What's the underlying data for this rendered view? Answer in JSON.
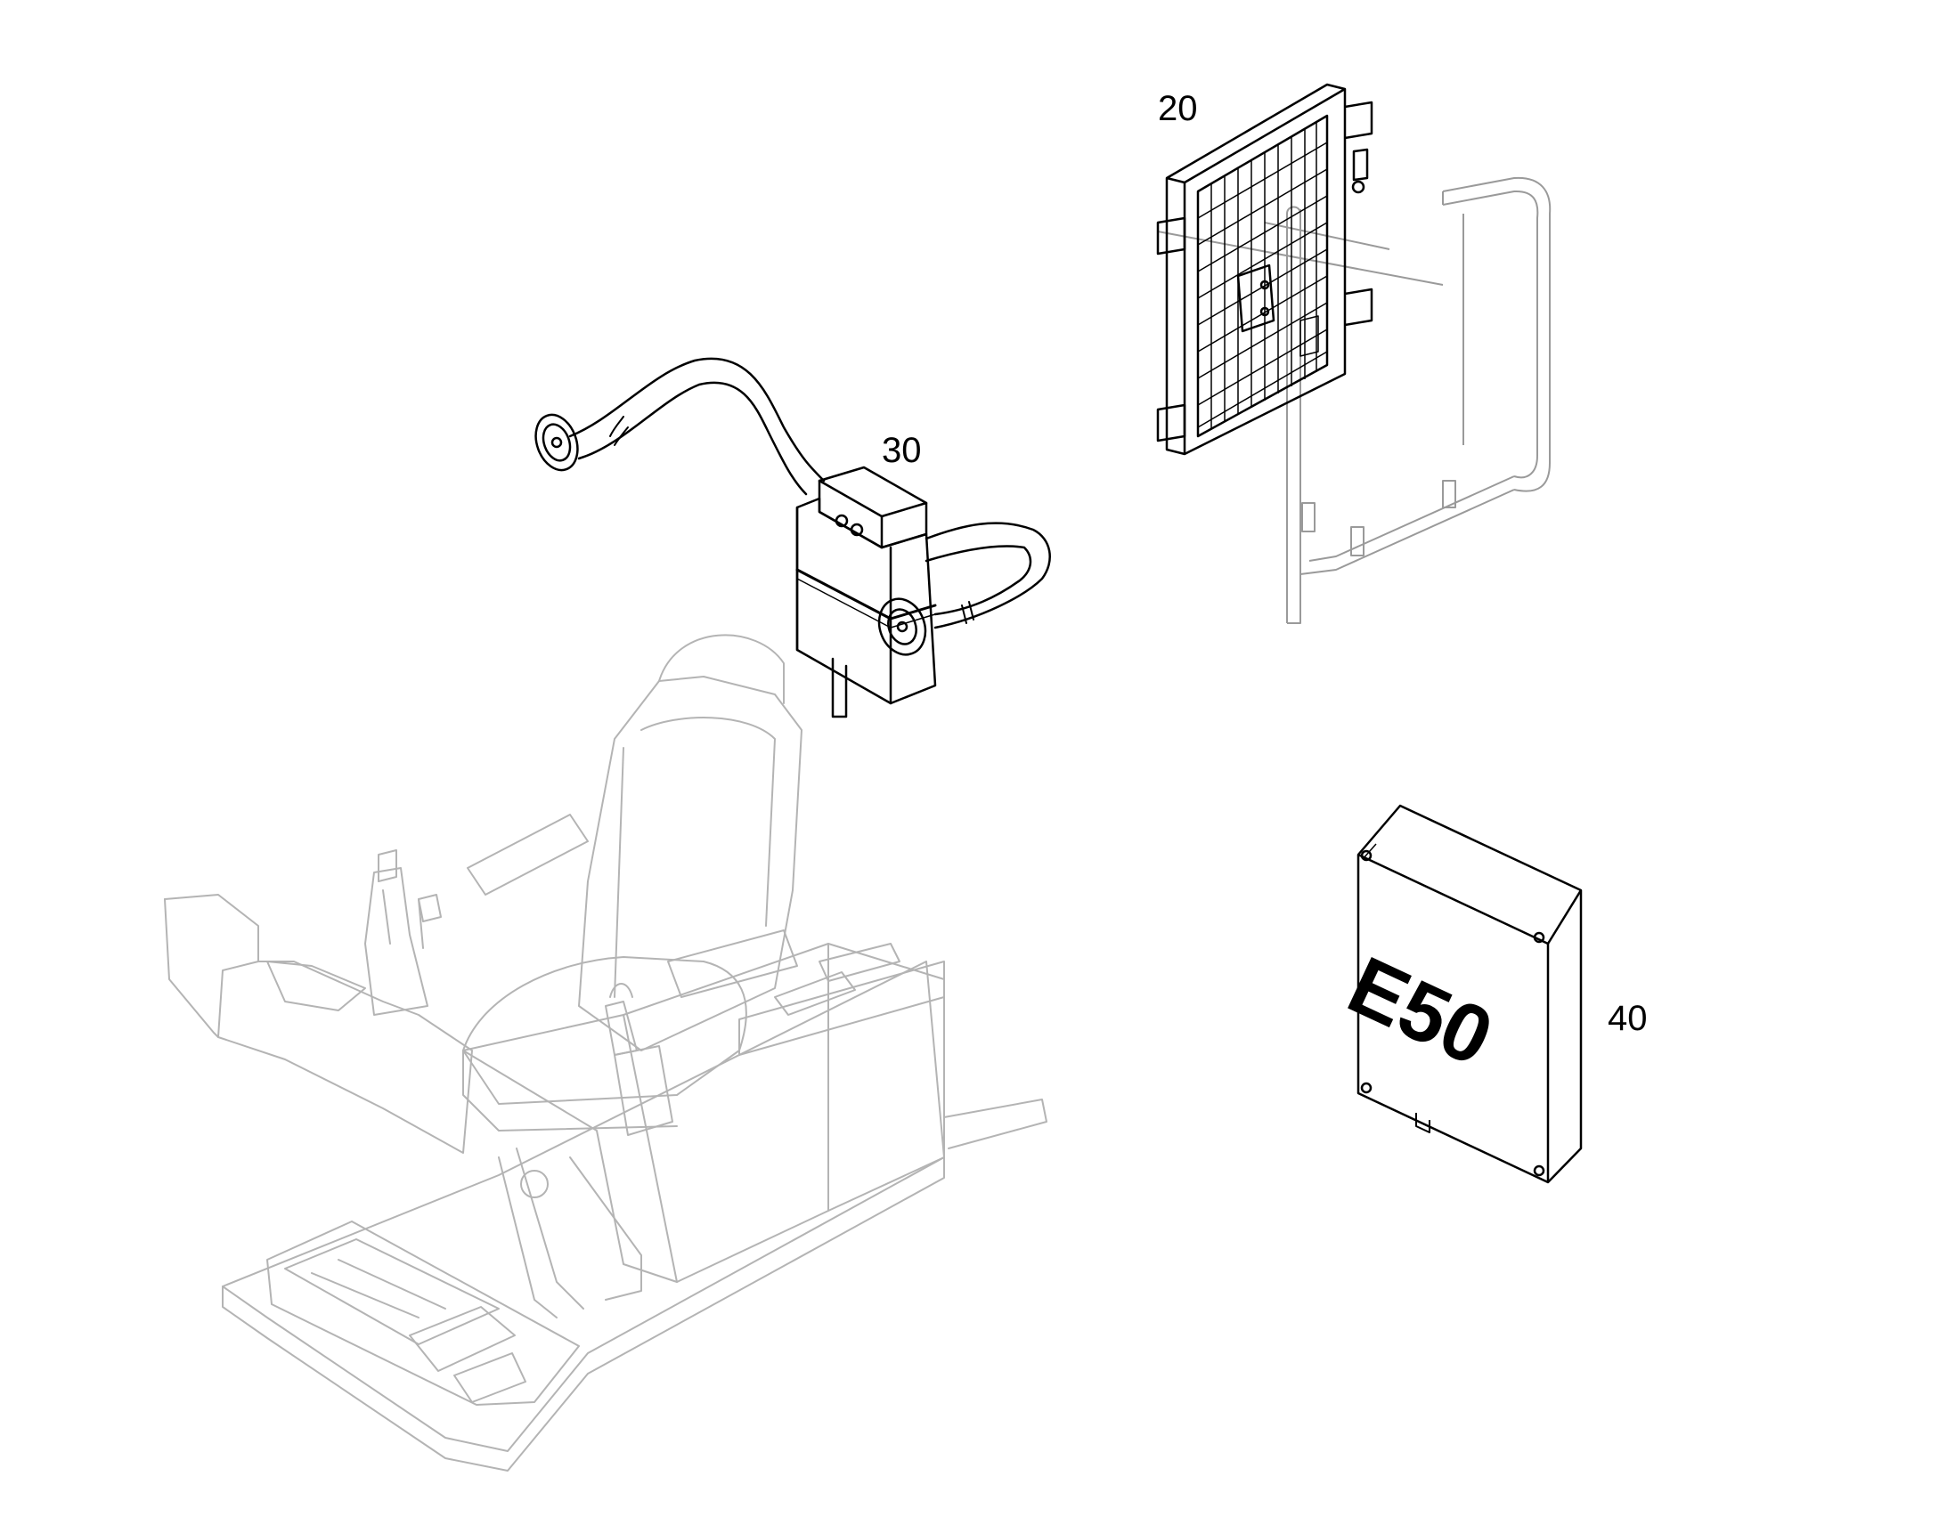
{
  "callouts": {
    "item_20": "20",
    "item_30": "30",
    "item_40": "40"
  },
  "box_label": "E50",
  "colors": {
    "ink": "#000000",
    "ghost": "#b4b4b4",
    "rail": "#9a9a9a"
  }
}
